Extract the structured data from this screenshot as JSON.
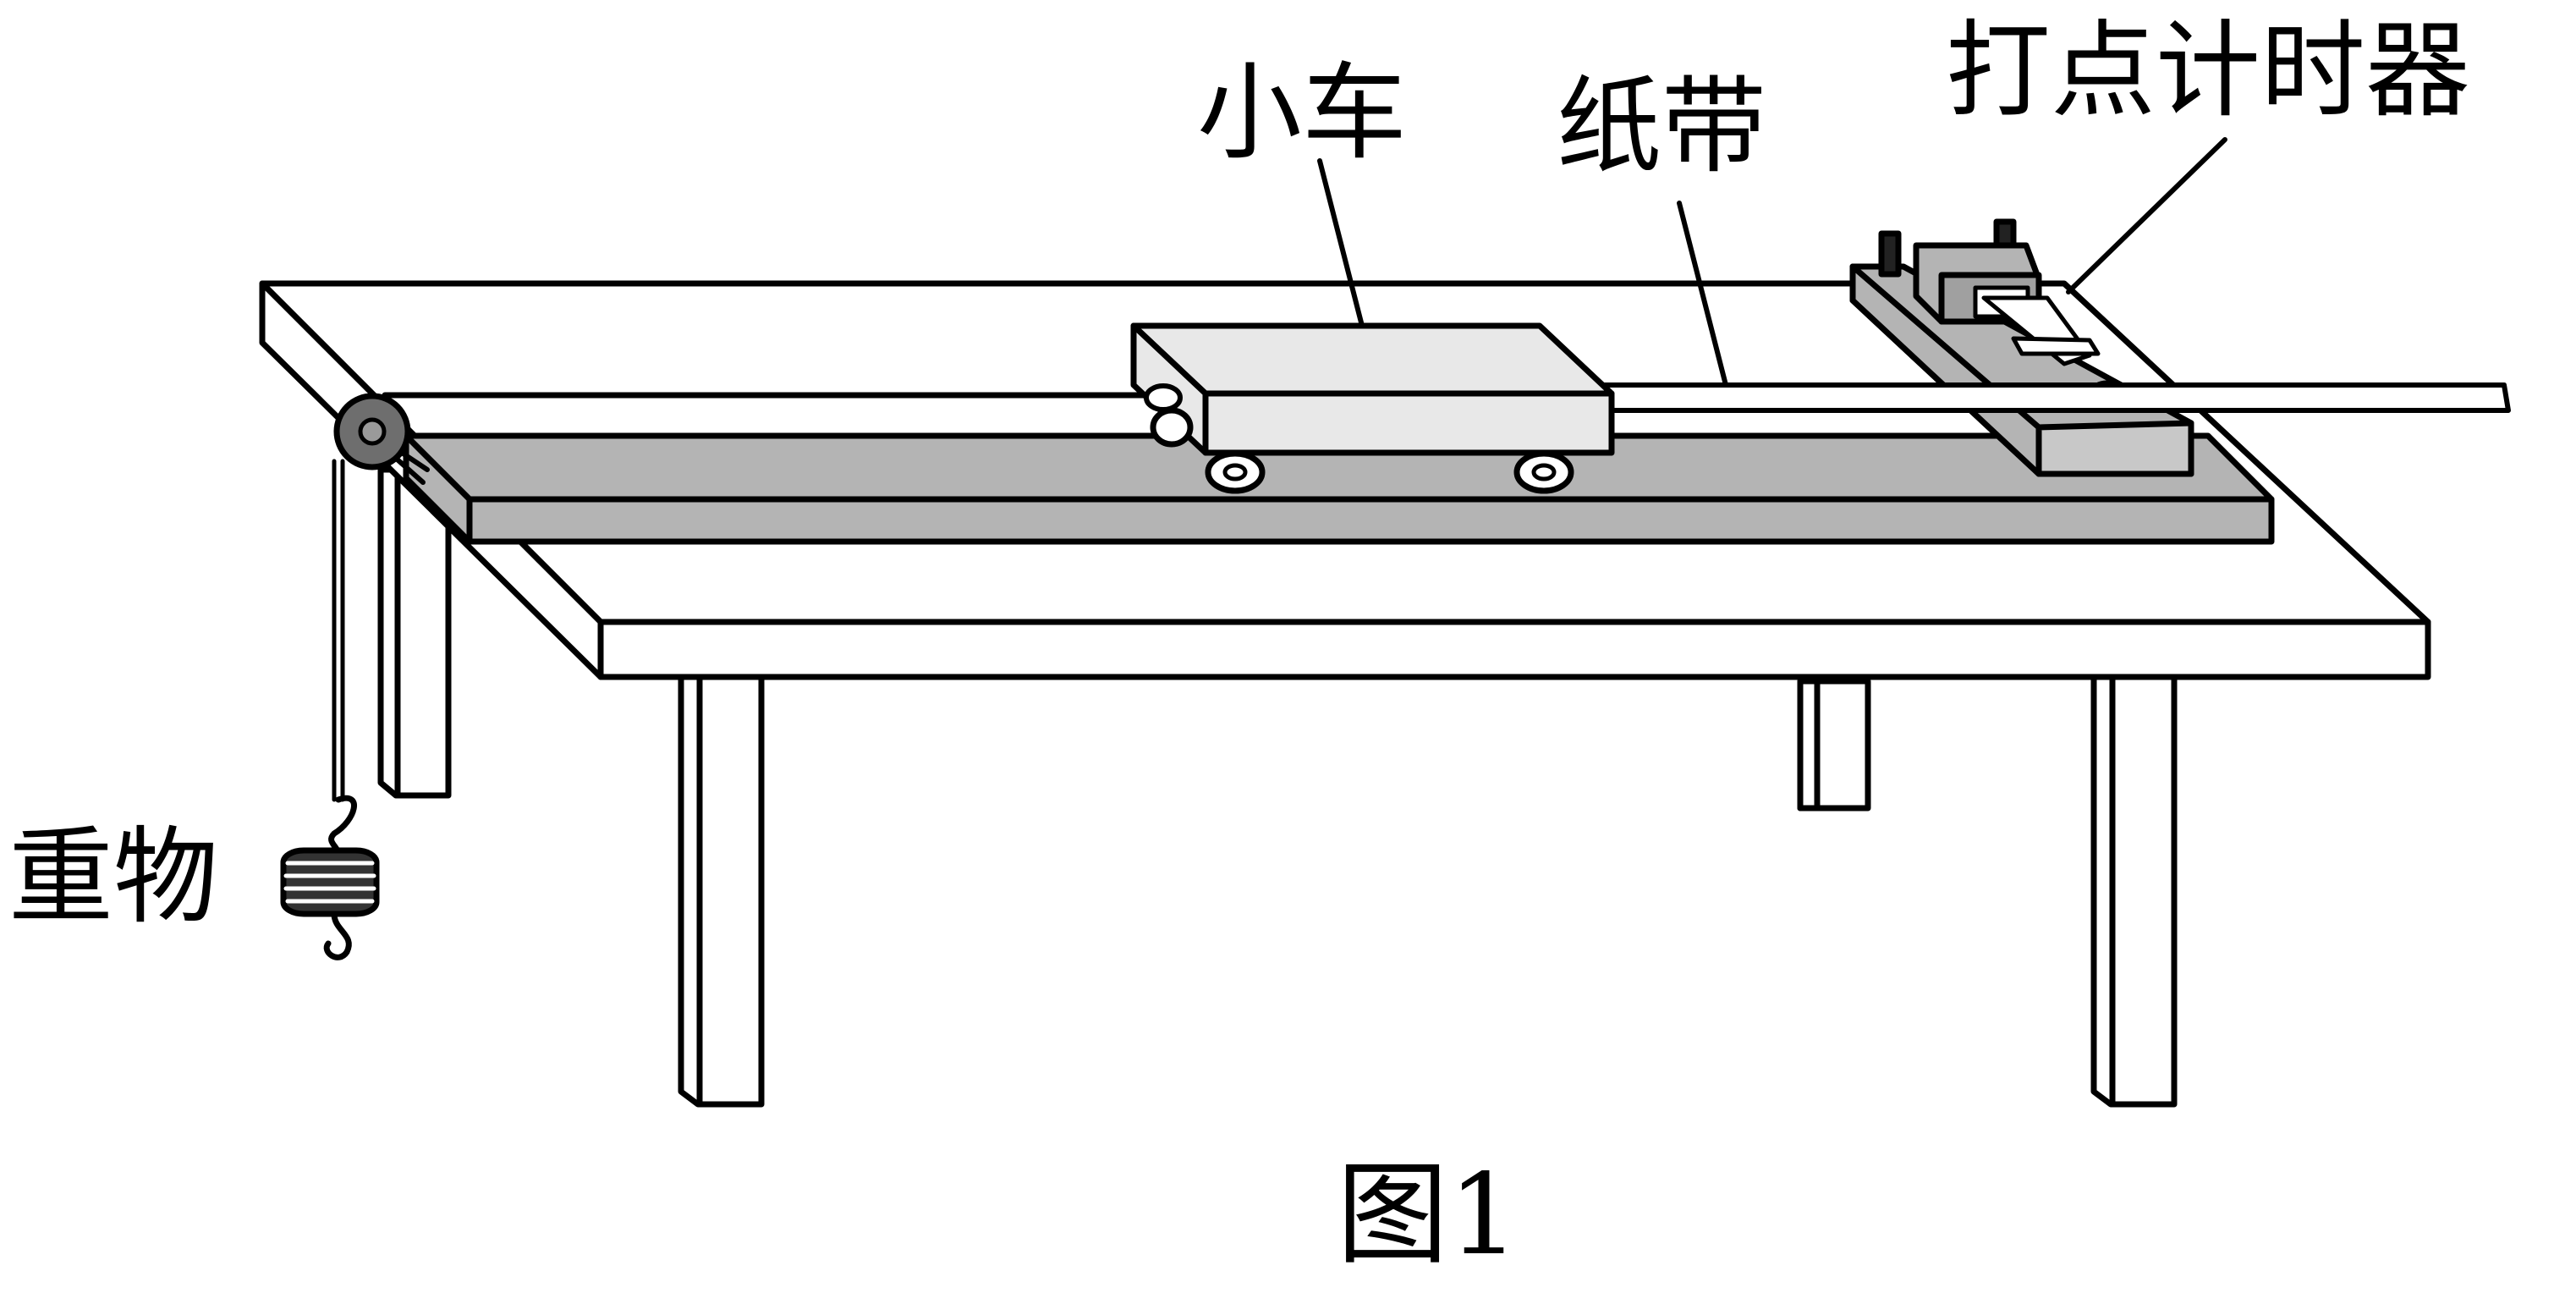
{
  "labels": {
    "cart": "小车",
    "paper_tape": "纸带",
    "timer": "打点计时器",
    "weight": "重物",
    "figure": "图1"
  },
  "colors": {
    "line": "#000000",
    "white": "#ffffff",
    "light_gray": "#e8e8e8",
    "mid_gray": "#b4b4b4",
    "dark_gray": "#808080",
    "pulley": "#6e6e6e"
  },
  "icons": [
    "table",
    "track-board",
    "cart",
    "pulley",
    "string",
    "hanging-weight",
    "paper-tape",
    "tick-timer"
  ]
}
